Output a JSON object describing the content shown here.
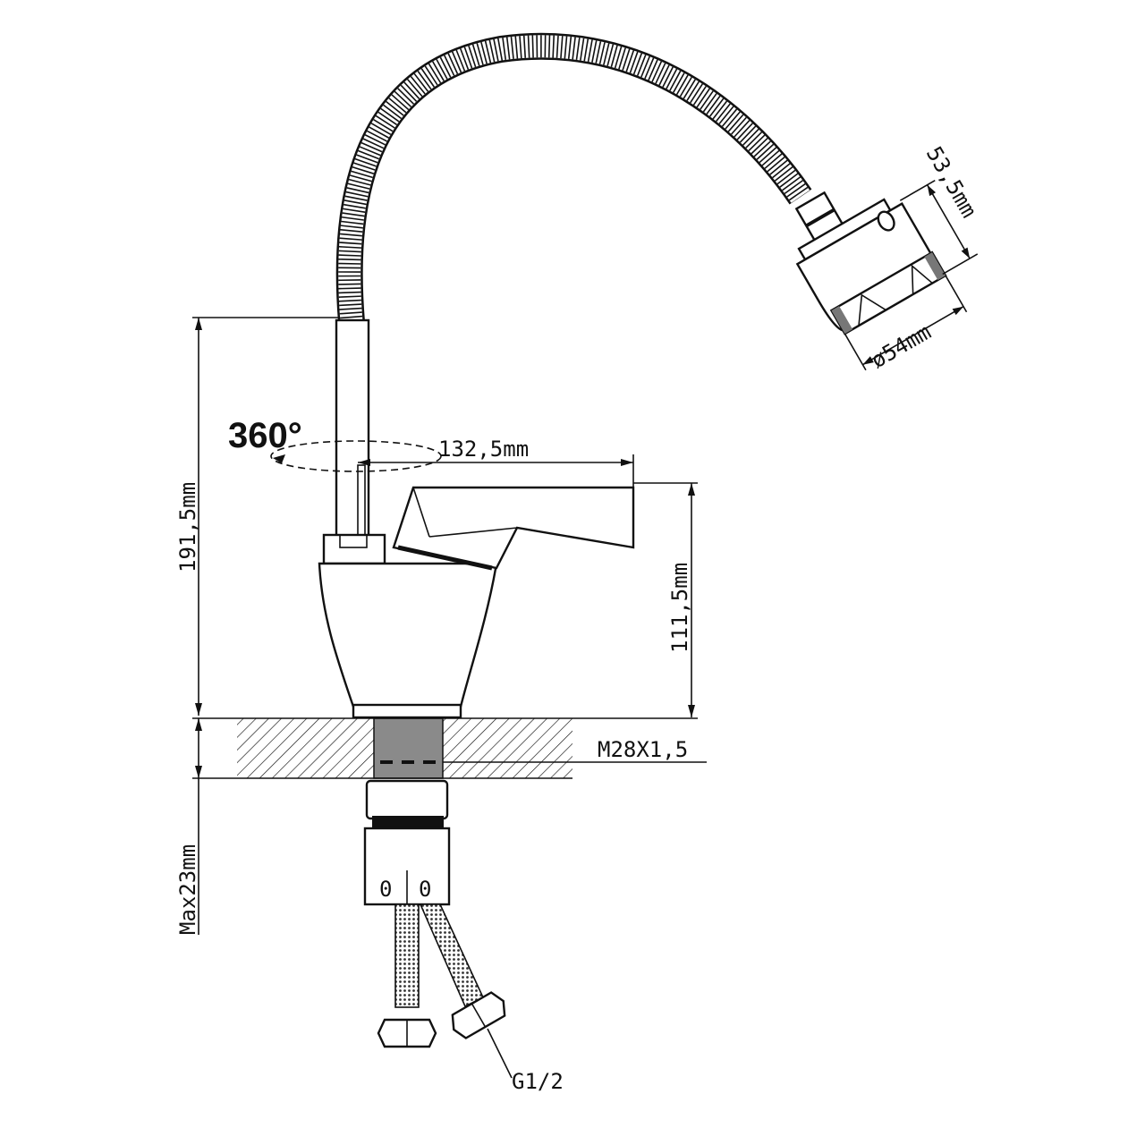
{
  "title": "Faucet technical drawing",
  "labels": {
    "rotation": "360°",
    "reach": "132,5mm",
    "total_height": "191,5mm",
    "spout_height": "111,5mm",
    "thread": "M28X1,5",
    "max_counter": "Max23mm",
    "head_length": "53,5mm",
    "head_diameter": "ø54mm",
    "connector": "G1/2",
    "hose_mark_left": "0",
    "hose_mark_right": "0"
  },
  "colors": {
    "line": "#111111",
    "background": "#ffffff",
    "hole_fill": "#8a8a8a"
  }
}
